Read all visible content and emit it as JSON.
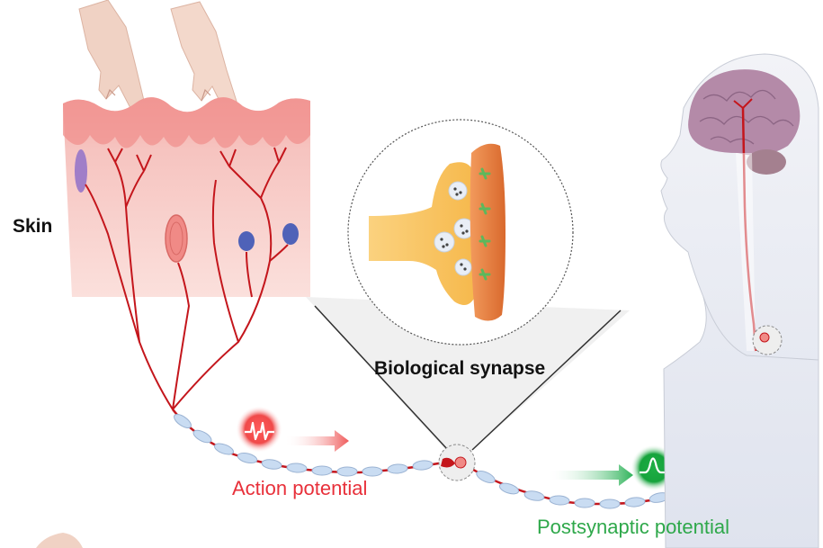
{
  "labels": {
    "skin": "Skin",
    "synapse": "Biological synapse",
    "action_potential": "Action potential",
    "postsynaptic_potential": "Postsynaptic potential"
  },
  "colors": {
    "skin_top": "#f29a9a",
    "skin_body": "#f7c9c6",
    "nerve": "#c4161c",
    "myelin": "#c9dcf2",
    "presynaptic": "#f9c567",
    "postsynaptic": "#e8834a",
    "receptor": "#5cb85c",
    "action_potential": "#e8303a",
    "postsynaptic_potential": "#2ea84a",
    "brain": "#b48aa8",
    "head": "#e4e6ee"
  },
  "icons": {
    "action_signal": "spike-pulse-icon",
    "postsynaptic_signal": "peak-wave-icon"
  }
}
